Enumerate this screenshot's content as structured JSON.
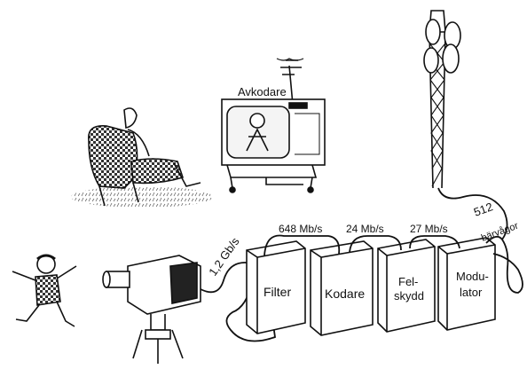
{
  "labels": {
    "decoder": "Avkodare",
    "rate_camera": "1,2 Gb/s",
    "rate_filter_coder": "648 Mb/s",
    "rate_coder_errprot": "24 Mb/s",
    "rate_errprot_mod": "27 Mb/s",
    "carrier_count": "512",
    "carrier_word": "bärvågor"
  },
  "blocks": {
    "filter": "Filter",
    "coder": "Kodare",
    "errprot_line1": "Fel-",
    "errprot_line2": "skydd",
    "modulator_line1": "Modu-",
    "modulator_line2": "lator"
  },
  "colors": {
    "ink": "#111111",
    "paper": "#ffffff",
    "shade": "#777777"
  }
}
